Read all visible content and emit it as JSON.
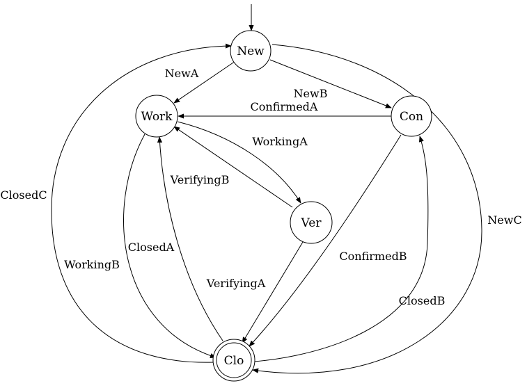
{
  "diagram": {
    "type": "state-machine",
    "colors": {
      "stroke": "#000000",
      "fill": "#ffffff",
      "text": "#000000"
    },
    "nodes": {
      "new": "New",
      "work": "Work",
      "con": "Con",
      "ver": "Ver",
      "clo": "Clo"
    },
    "initial_state": "new",
    "final_state": "clo",
    "edges": {
      "new_to_work": "NewA",
      "new_to_con": "NewB",
      "clo_to_new": "ClosedC",
      "con_to_work": "ConfirmedA",
      "work_to_ver": "WorkingA",
      "ver_to_work": "VerifyingB",
      "work_to_clo_left": "WorkingB",
      "clo_to_work": "ClosedA",
      "ver_to_clo": "VerifyingA",
      "con_to_clo": "ConfirmedB",
      "clo_to_con": "ClosedB",
      "new_to_clo": "NewC"
    }
  }
}
